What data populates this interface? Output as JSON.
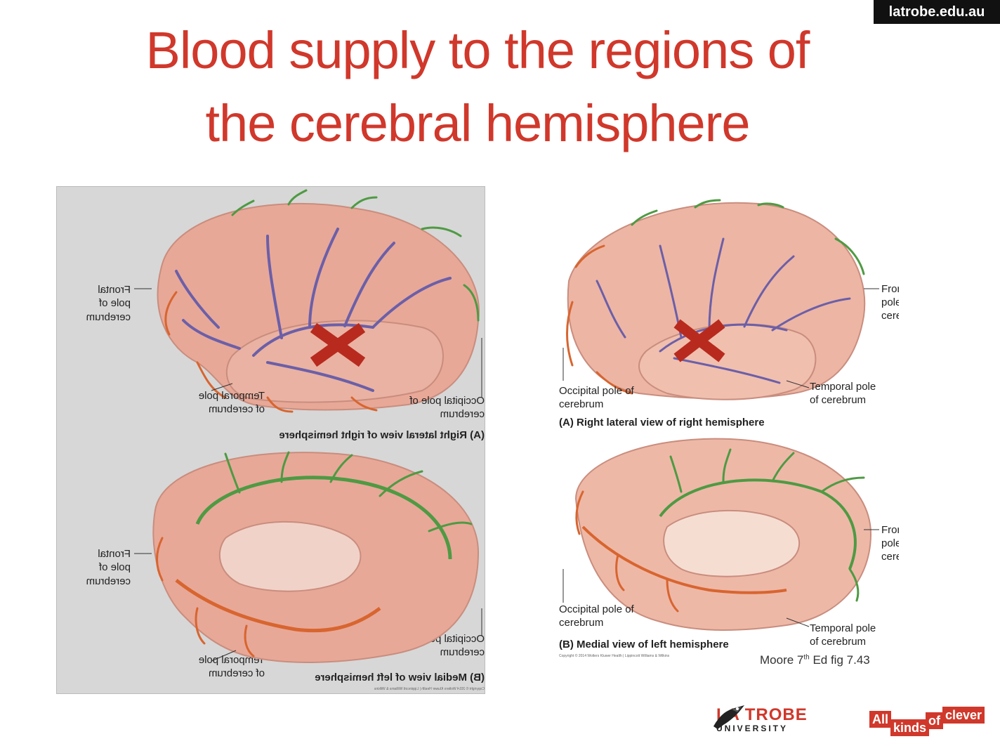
{
  "header": {
    "url": "latrobe.edu.au",
    "title_line1": "Blood supply to the regions of",
    "title_line2": "the cerebral hemisphere"
  },
  "left_figure": {
    "label_frontal_a": "Frontal pole of cerebrum",
    "label_temporal_a": "Temporal pole of cerebrum",
    "label_occipital_a": "Occipital pole of cerebrum",
    "caption_a": "(A) Right lateral view of right hemisphere",
    "label_frontal_b": "Frontal pole of cerebrum",
    "label_temporal_b": "Temporal pole of cerebrum",
    "label_occipital_b": "Occipital pole of cerebrum",
    "caption_b": "(B) Medial view of left hemisphere",
    "copyright": "Copyright © 2014 Wolters Kluwer Health | Lippincott Williams & Wilkins"
  },
  "right_figure": {
    "label_frontal_a_1": "Frontal",
    "label_frontal_a_2": "pole of",
    "label_frontal_a_3": "cerebrum",
    "label_occipital_a_1": "Occipital pole of",
    "label_occipital_a_2": "cerebrum",
    "label_temporal_a_1": "Temporal pole",
    "label_temporal_a_2": "of cerebrum",
    "caption_a": "(A) Right lateral view of right hemisphere",
    "label_frontal_b_1": "Frontal",
    "label_frontal_b_2": "pole of",
    "label_frontal_b_3": "cerebrum",
    "label_occipital_b_1": "Occipital pole of",
    "label_occipital_b_2": "cerebrum",
    "label_temporal_b_1": "Temporal pole",
    "label_temporal_b_2": "of cerebrum",
    "caption_b": "(B) Medial view of left hemisphere",
    "copyright": "Copyright © 2014 Wolters Kluwer Health | Lippincott Williams & Wilkins"
  },
  "citation": {
    "pre": "Moore 7",
    "sup": "th",
    "post": " Ed fig 7.43"
  },
  "footer": {
    "university_main": "LA TROBE",
    "university_sub": "UNIVERSITY",
    "tag_all": "All",
    "tag_kinds": "kinds",
    "tag_of": "of",
    "tag_clever": "clever"
  },
  "colors": {
    "title_red": "#d0382b",
    "brain_fill": "#e8a898",
    "mca_purple": "#6b5fa8",
    "aca_green": "#4e9a43",
    "pca_orange": "#d8652f",
    "cross_red": "#b82a1e"
  }
}
